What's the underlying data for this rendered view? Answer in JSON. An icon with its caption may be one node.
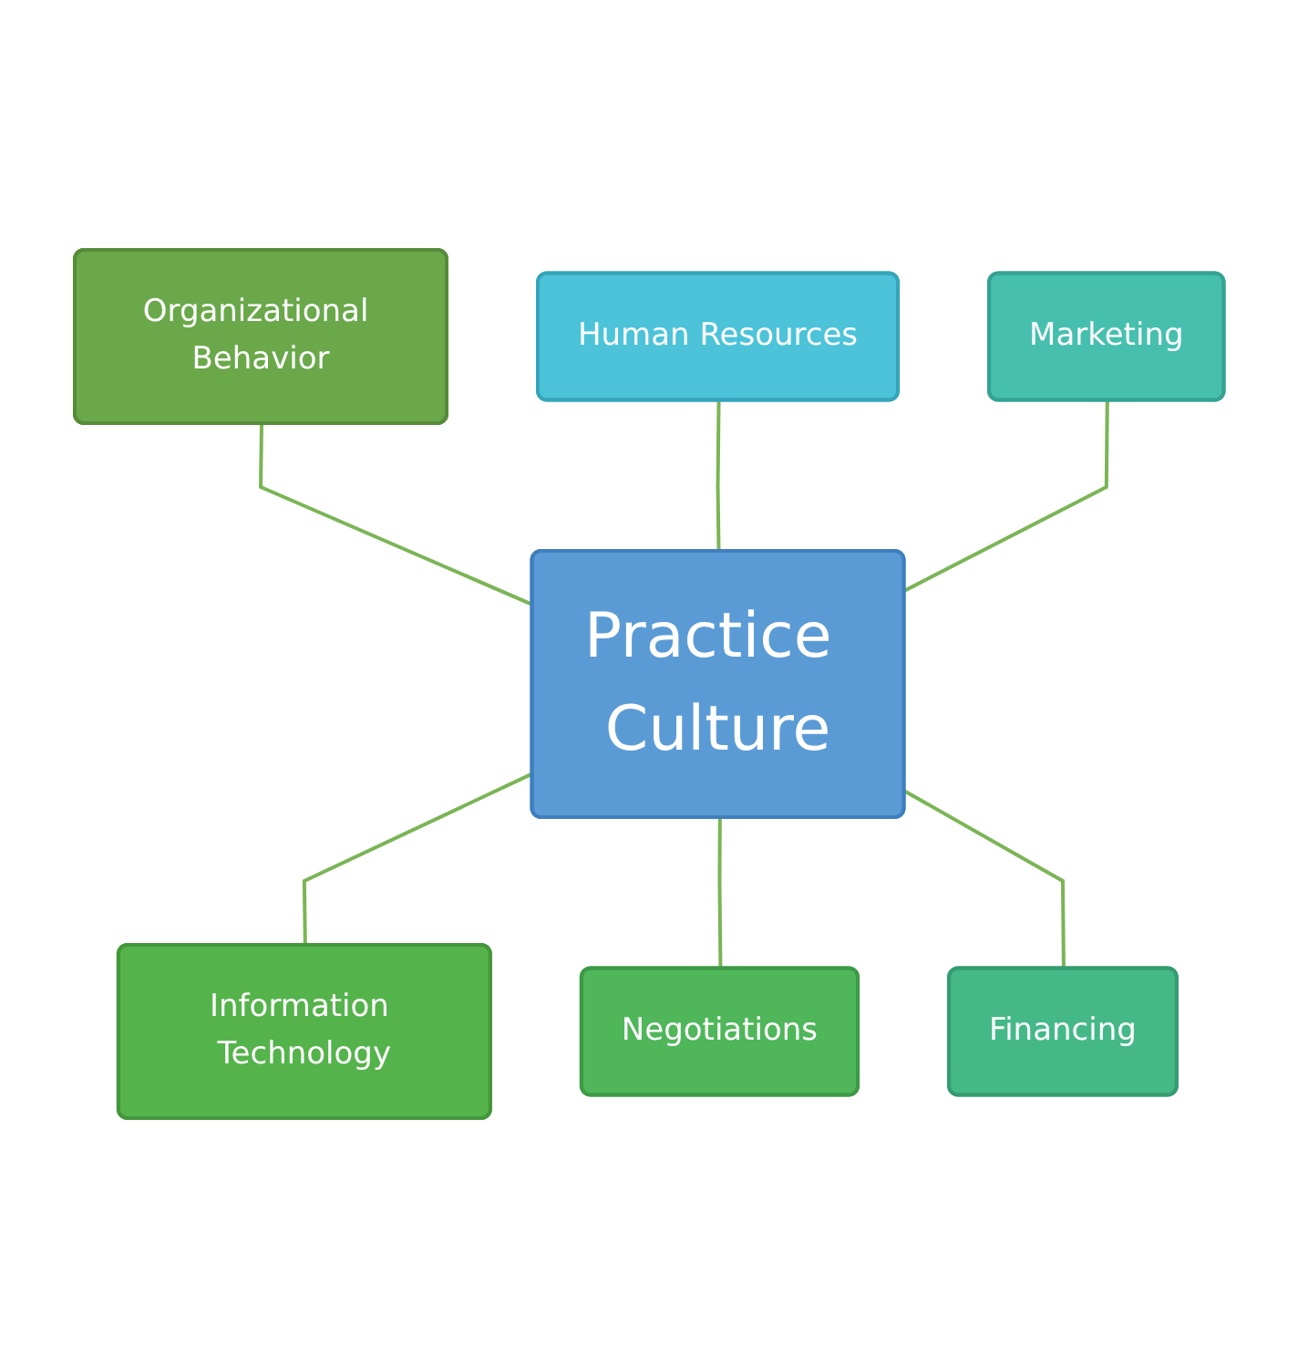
{
  "diagram": {
    "nodes": [
      {
        "text": [
          "Practice Culture"
        ]
      },
      {
        "text": [
          "Human Resources"
        ]
      },
      {
        "text": [
          "Marketing"
        ]
      },
      {
        "text": [
          "Financing"
        ]
      },
      {
        "text": [
          "Negotiations"
        ]
      },
      {
        "text": [
          "Information Technology"
        ]
      },
      {
        "text": [
          "Organizational Behavior"
        ]
      }
    ],
    "edges": [
      {
        "from": 6,
        "to": 0,
        "arrow": "none"
      },
      {
        "from": 1,
        "to": 0,
        "arrow": "none"
      },
      {
        "from": 2,
        "to": 0,
        "arrow": "none"
      },
      {
        "from": 0,
        "to": 5,
        "arrow": "none"
      },
      {
        "from": 0,
        "to": 4,
        "arrow": "none"
      },
      {
        "from": 0,
        "to": 3,
        "arrow": "none"
      }
    ]
  }
}
